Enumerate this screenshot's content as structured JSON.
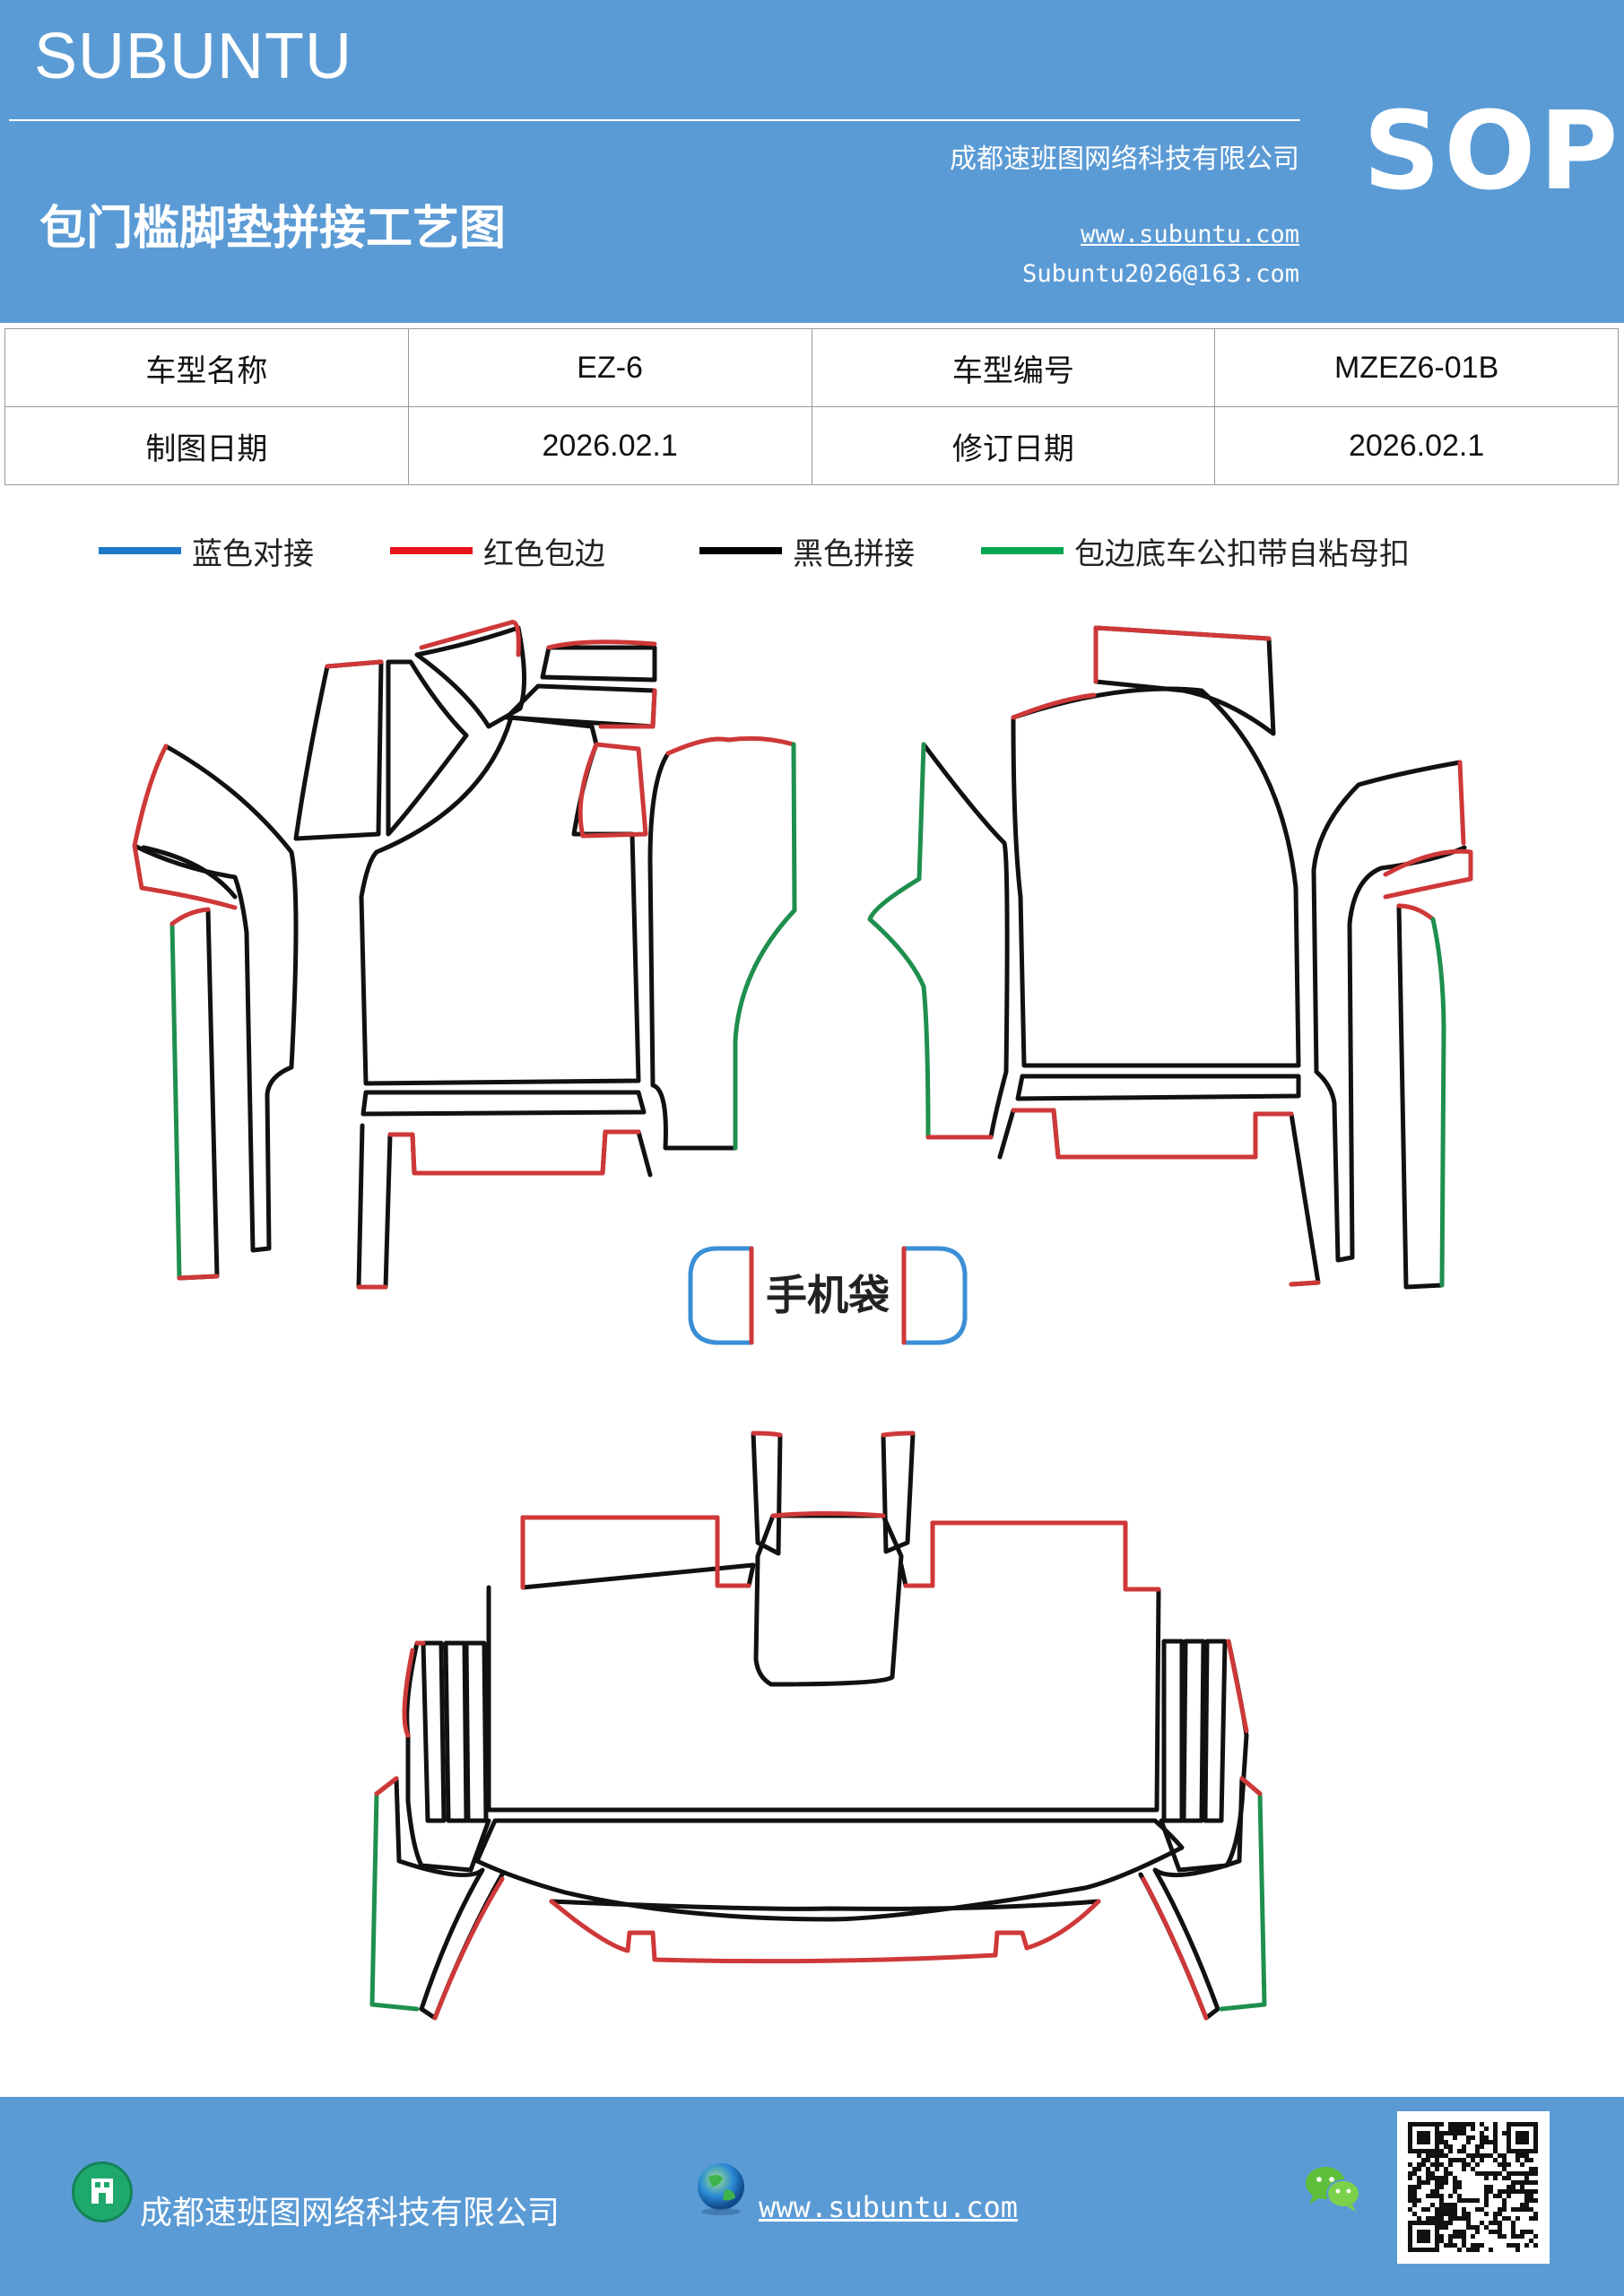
{
  "header": {
    "brand": "SUBUNTU",
    "badge": "SOP",
    "company": "成都速班图网络科技有限公司",
    "website": "www.subuntu.com",
    "email": "Subuntu2026@163.com",
    "title": "包门槛脚垫拼接工艺图"
  },
  "info_table": {
    "model_name_label": "车型名称",
    "model_name": "EZ-6",
    "model_code_label": "车型编号",
    "model_code": "MZEZ6-01B",
    "draw_date_label": "制图日期",
    "draw_date": "2026.02.1",
    "revise_date_label": "修订日期",
    "revise_date": "2026.02.1"
  },
  "legend": [
    {
      "label": "蓝色对接",
      "color": "#1f78c8"
    },
    {
      "label": "红色包边",
      "color": "#e8141b"
    },
    {
      "label": "黑色拼接",
      "color": "#000000"
    },
    {
      "label": "包边底车公扣带自粘母扣",
      "color": "#00a651"
    }
  ],
  "diagram": {
    "phone_pocket_label": "手机袋",
    "stroke_colors": {
      "black": "#111111",
      "red": "#cf3838",
      "green": "#1f8f4e",
      "blue": "#3a8fd6"
    }
  },
  "footer": {
    "company": "成都速班图网络科技有限公司",
    "website": "www.subuntu.com",
    "company_icon": "building-icon",
    "web_icon": "globe-icon",
    "social_icon": "wechat-icon",
    "qr": "qr-code"
  }
}
